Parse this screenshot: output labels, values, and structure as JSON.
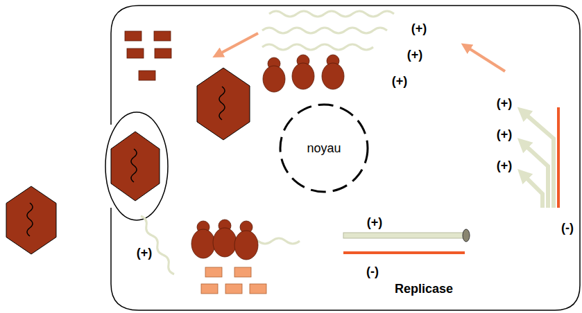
{
  "diagram": {
    "nodes": [
      {
        "text": [
          "noyau"
        ]
      }
    ],
    "labels": [
      "(+)",
      "(+)",
      "(+)",
      "(+)",
      "(+)",
      "(+)",
      "(-)",
      "(+)",
      "(+)",
      "(-)",
      "Replicase"
    ]
  }
}
